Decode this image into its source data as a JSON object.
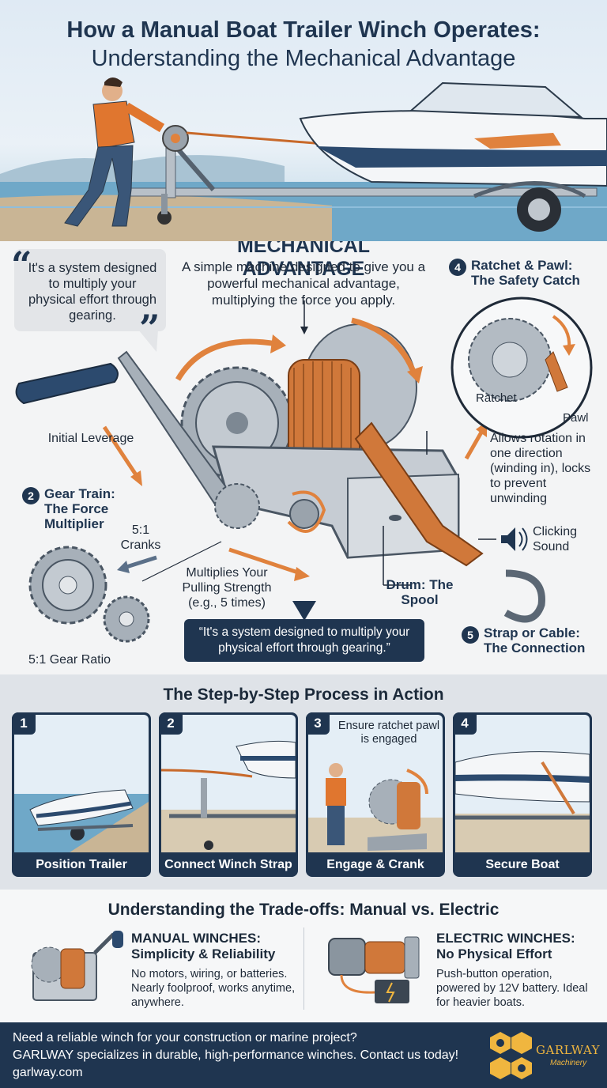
{
  "header": {
    "title": "How a Manual Boat Trailer Winch Operates:",
    "subtitle": "Understanding the Mechanical Advantage"
  },
  "mechanical": {
    "title": "MECHANICAL ADVANTAGE",
    "description": "A simple machine designed to give you a powerful mechanical advantage, multiplying the force you apply.",
    "quote": "It's a system designed to multiply your physical effort through gearing.",
    "initial_leverage": "Initial Leverage",
    "gear_train_num": "2",
    "gear_train_title": "Gear Train: The Force Multiplier",
    "cranks_ratio": "5:1 Cranks",
    "gear_ratio": "5:1 Gear Ratio",
    "multiplies": "Multiplies Your Pulling Strength (e.g., 5 times)",
    "drum": "Drum: The Spool",
    "dark_quote": "“It's a system designed to multiply your physical effort through gearing.”",
    "ratchet_num": "4",
    "ratchet_title": "Ratchet & Pawl: The Safety Catch",
    "ratchet_label": "Ratchet",
    "pawl_label": "Pawl",
    "ratchet_desc": "Allows rotation in one direction (winding in), locks to prevent unwinding",
    "clicking": "Clicking Sound",
    "strap_num": "5",
    "strap_title": "Strap or Cable: The Connection"
  },
  "steps": {
    "heading": "The Step-by-Step Process in Action",
    "items": [
      {
        "num": "1",
        "caption": "Position Trailer"
      },
      {
        "num": "2",
        "caption": "Connect Winch Strap"
      },
      {
        "num": "3",
        "caption": "Engage & Crank",
        "note": "Ensure ratchet pawl is engaged"
      },
      {
        "num": "4",
        "caption": "Secure Boat"
      }
    ]
  },
  "tradeoffs": {
    "heading": "Understanding the Trade-offs: Manual vs. Electric",
    "manual_title": "MANUAL WINCHES: Simplicity & Reliability",
    "manual_desc": "No motors, wiring, or batteries. Nearly foolproof, works anytime, anywhere.",
    "electric_title": "ELECTRIC WINCHES: No Physical Effort",
    "electric_desc": "Push-button operation, powered by 12V battery. Ideal for heavier boats."
  },
  "footer": {
    "line1": "Need a reliable winch for your construction or marine project?",
    "line2": "GARLWAY specializes in durable, high-performance winches. Contact us today!",
    "url": "garlway.com",
    "brand": "GARLWAY",
    "brand_sub": "Machinery"
  },
  "colors": {
    "navy": "#1f3550",
    "accent_orange": "#e0823d",
    "gold": "#f0b63f"
  }
}
